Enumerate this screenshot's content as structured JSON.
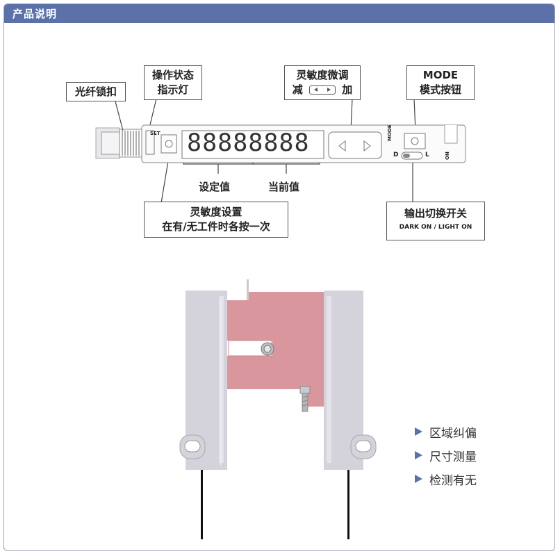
{
  "header": {
    "title": "产品说明"
  },
  "callouts": {
    "fiber_lock": "光纤锁扣",
    "status_light_line1": "操作状态",
    "status_light_line2": "指示灯",
    "sensitivity_adjust_line1": "灵敏度微调",
    "sensitivity_adjust_minus": "减",
    "sensitivity_adjust_plus": "加",
    "mode_line1": "MODE",
    "mode_line2": "模式按钮",
    "sensitivity_set_line1": "灵敏度设置",
    "sensitivity_set_line2": "在有/无工件时各按一次",
    "output_switch_line1": "输出切换开关",
    "output_switch_line2": "DARK ON / LIGHT ON"
  },
  "device": {
    "set_label": "SET",
    "mode_label": "MODE",
    "switch_d": "D",
    "switch_l": "L",
    "switch_on": "ON",
    "display_digits": "88888888"
  },
  "labels": {
    "set_value": "设定值",
    "current_value": "当前值"
  },
  "features": [
    "区域纠偏",
    "尺寸测量",
    "检测有无"
  ],
  "colors": {
    "header": "#5b71a8",
    "sensor_gray": "#d4d3db",
    "sensor_pink": "#d9969d",
    "bullet": "#5b71a8"
  }
}
